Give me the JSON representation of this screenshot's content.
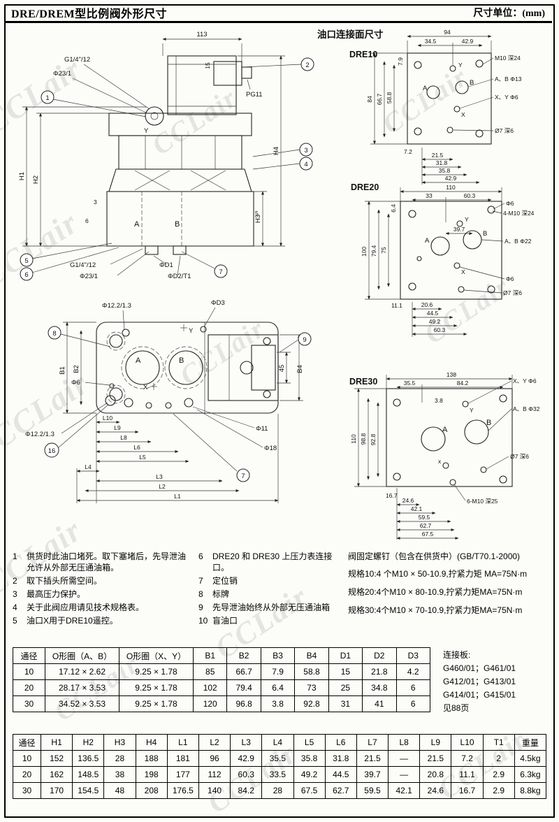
{
  "watermark": "CCLair",
  "header": {
    "title": "DRE/DREM型比例阀外形尺寸",
    "unit": "尺寸单位：(mm)"
  },
  "side_view": {
    "dim_113": "113",
    "dim_15": "15",
    "g14_top": "G1/4\"/12",
    "phi23_top": "Φ23/1",
    "pg11": "PG11",
    "label_y": "Y",
    "h1": "H1",
    "h2": "H2",
    "h3": "H3",
    "h4": "H4",
    "port_a": "A",
    "port_b": "B",
    "dim_3": "3",
    "dim_6": "6",
    "dim_5": "5",
    "g14_bottom": "G1/4\"/12",
    "phi23_bottom": "Φ23/1",
    "phid1": "ΦD1",
    "phid2": "ΦD2/T1",
    "c1": "1",
    "c2": "2",
    "c3": "3",
    "c4": "4",
    "c5": "5",
    "c6": "6",
    "c7": "7"
  },
  "top_view": {
    "phi122_top": "Φ12.2/1.3",
    "phid3": "ΦD3",
    "b1": "B1",
    "b2": "B2",
    "b4": "B4",
    "dim_45": "45",
    "phi6": "Φ6",
    "phi122_bottom": "Φ12.2/1.3",
    "phi11": "Φ11",
    "phi18": "Φ18",
    "l1": "L1",
    "l2": "L2",
    "l3": "L3",
    "l4": "L4",
    "l5": "L5",
    "l6": "L6",
    "l8": "L8",
    "l9": "L9",
    "l10": "L10",
    "port_a": "A",
    "port_b": "B",
    "label_x": "X",
    "label_y": "Y",
    "c8": "8",
    "c9": "9",
    "c16": "16",
    "c7": "7"
  },
  "ports": {
    "section_title": "油口连接面尺寸",
    "dre10": {
      "title": "DRE10",
      "d94": "94",
      "d34_5": "34.5",
      "d42_9t": "42.9",
      "d7_9": "7.9",
      "d84": "84",
      "d66_7": "66.7",
      "d58_8": "58.8",
      "m10": "M10 深24",
      "ab": "A、B Φ13",
      "xy": "X、Y Φ6",
      "o7": "Ø7 深6",
      "d7_2": "7.2",
      "d21_5": "21.5",
      "d31_8": "31.8",
      "d35_8": "35.8",
      "d42_9b": "42.9",
      "a": "A",
      "b": "B",
      "x": "X",
      "y": "Y"
    },
    "dre20": {
      "title": "DRE20",
      "d110": "110",
      "d33": "33",
      "d60_3t": "60.3",
      "d6_4": "6.4",
      "d39_7": "39.7",
      "d100": "100",
      "d79_4": "79.4",
      "d75": "75",
      "phi6a": "Φ6",
      "m10": "4-M10 深24",
      "ab": "A、B Φ22",
      "phi6b": "Φ6",
      "o7": "Ø7 深6",
      "d11_1": "11.1",
      "d20_6": "20.6",
      "d44_5": "44.5",
      "d49_2": "49.2",
      "d60_3b": "60.3",
      "a": "A",
      "b": "B",
      "x": "X",
      "y": "Y"
    },
    "dre30": {
      "title": "DRE30",
      "d138": "138",
      "d35_5": "35.5",
      "d84_2": "84.2",
      "d3_8": "3.8",
      "d110": "110",
      "d98_8": "98.8",
      "d92_8": "92.8",
      "xy": "X、Y Φ6",
      "ab": "A、B Φ32",
      "o7": "Ø7 深6",
      "m10": "6-M10 深25",
      "d16_7": "16.7",
      "d24_6": "24.6",
      "d42_1": "42.1",
      "d59_5": "59.5",
      "d62_7": "62.7",
      "d67_5": "67.5",
      "a": "A",
      "b": "B",
      "x": "x",
      "y": "Y"
    }
  },
  "notes": {
    "left": [
      {
        "n": "1",
        "t": "供货时此油口堵死。取下塞堵后，先导泄油允许从外部无压通油箱。"
      },
      {
        "n": "2",
        "t": "取下插头所需空间。"
      },
      {
        "n": "3",
        "t": "最高压力保护。"
      },
      {
        "n": "4",
        "t": "关于此阀应用请见技术规格表。"
      },
      {
        "n": "5",
        "t": "油口X用于DRE10遥控。"
      }
    ],
    "right": [
      {
        "n": "6",
        "t": "DRE20 和 DRE30 上压力表连接口。"
      },
      {
        "n": "7",
        "t": "定位销"
      },
      {
        "n": "8",
        "t": "标牌"
      },
      {
        "n": "9",
        "t": "先导泄油始终从外部无压通油箱"
      },
      {
        "n": "10",
        "t": "盲油口"
      }
    ],
    "screws_title": "阀固定螺钉（包含在供货中）(GB/T70.1-2000)",
    "screws": [
      "规格10:4 个M10 × 50-10.9,拧紧力矩 MA=75N·m",
      "规格20:4个M10 × 80-10.9,拧紧力矩MA=75N·m",
      "规格30:4个M10 × 70-10.9,拧紧力矩MA=75N·m"
    ]
  },
  "table1": {
    "headers": [
      "通径",
      "O形圈（A、B）",
      "O形圈（X、Y）",
      "B1",
      "B2",
      "B3",
      "B4",
      "D1",
      "D2",
      "D3"
    ],
    "rows": [
      [
        "10",
        "17.12 × 2.62",
        "9.25 × 1.78",
        "85",
        "66.7",
        "7.9",
        "58.8",
        "15",
        "21.8",
        "4.2"
      ],
      [
        "20",
        "28.17 × 3.53",
        "9.25 × 1.78",
        "102",
        "79.4",
        "6.4",
        "73",
        "25",
        "34.8",
        "6"
      ],
      [
        "30",
        "34.52 × 3.53",
        "9.25 × 1.78",
        "120",
        "96.8",
        "3.8",
        "92.8",
        "31",
        "41",
        "6"
      ]
    ]
  },
  "connection": [
    "连接板:",
    "G460/01；G461/01",
    "G412/01；G413/01",
    "G414/01；G415/01",
    "见88页"
  ],
  "table2": {
    "headers": [
      "通径",
      "H1",
      "H2",
      "H3",
      "H4",
      "L1",
      "L2",
      "L3",
      "L4",
      "L5",
      "L6",
      "L7",
      "L8",
      "L9",
      "L10",
      "T1",
      "重量"
    ],
    "rows": [
      [
        "10",
        "152",
        "136.5",
        "28",
        "188",
        "181",
        "96",
        "42.9",
        "35.5",
        "35.8",
        "31.8",
        "21.5",
        "—",
        "21.5",
        "7.2",
        "2",
        "4.5kg"
      ],
      [
        "20",
        "162",
        "148.5",
        "38",
        "198",
        "177",
        "112",
        "60.3",
        "33.5",
        "49.2",
        "44.5",
        "39.7",
        "—",
        "20.8",
        "11.1",
        "2.9",
        "6.3kg"
      ],
      [
        "30",
        "170",
        "154.5",
        "48",
        "208",
        "176.5",
        "140",
        "84.2",
        "28",
        "67.5",
        "62.7",
        "59.5",
        "42.1",
        "24.6",
        "16.7",
        "2.9",
        "8.8kg"
      ]
    ]
  }
}
